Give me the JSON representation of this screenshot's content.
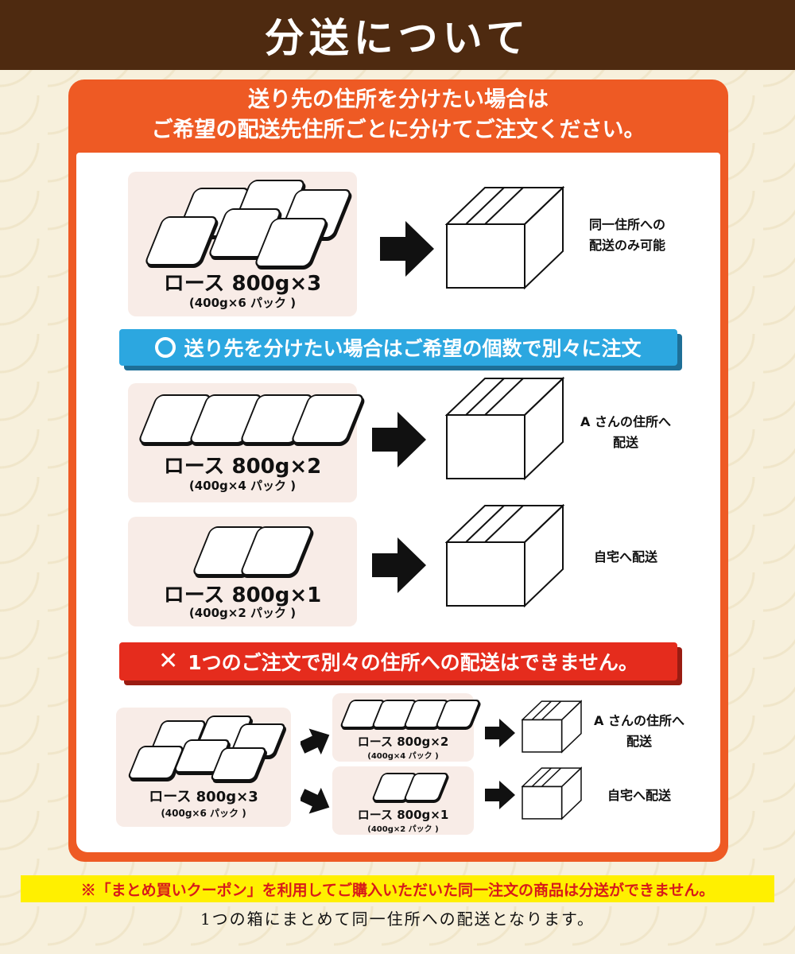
{
  "header": {
    "title": "分送について"
  },
  "card": {
    "line1": "送り先の住所を分けたい場合は",
    "line2": "ご希望の配送先住所ごとに分けてご注文ください。"
  },
  "section1": {
    "product": "ロース 800g×3",
    "packs": "(400g×6 パック )",
    "destination_line1": "同一住所への",
    "destination_line2": "配送のみ可能"
  },
  "ok_banner": {
    "text": "送り先を分けたい場合はご希望の個数で別々に注文",
    "icon": "circle-icon",
    "color": "#2ca7e0"
  },
  "section2": [
    {
      "product": "ロース 800g×2",
      "packs": "(400g×4 パック )",
      "destination_line1": "A さんの住所へ",
      "destination_line2": "配送"
    },
    {
      "product": "ロース 800g×1",
      "packs": "(400g×2 パック )",
      "destination_line1": "自宅へ配送",
      "destination_line2": ""
    }
  ],
  "ng_banner": {
    "text": "1つのご注文で別々の住所への配送はできません。",
    "icon": "x-icon",
    "color": "#e52c1d"
  },
  "section3": {
    "source": {
      "product": "ロース 800g×3",
      "packs": "(400g×6 パック )"
    },
    "splits": [
      {
        "product": "ロース 800g×2",
        "packs": "(400g×4 パック )",
        "destination_line1": "A さんの住所へ",
        "destination_line2": "配送"
      },
      {
        "product": "ロース 800g×1",
        "packs": "(400g×2 パック )",
        "destination_line1": "自宅へ配送",
        "destination_line2": ""
      }
    ]
  },
  "footer": {
    "note": "※「まとめ買いクーポン」を利用してご購入いただいた同一注文の商品は分送ができません。",
    "subnote": "1つの箱にまとめて同一住所への配送となります。"
  }
}
